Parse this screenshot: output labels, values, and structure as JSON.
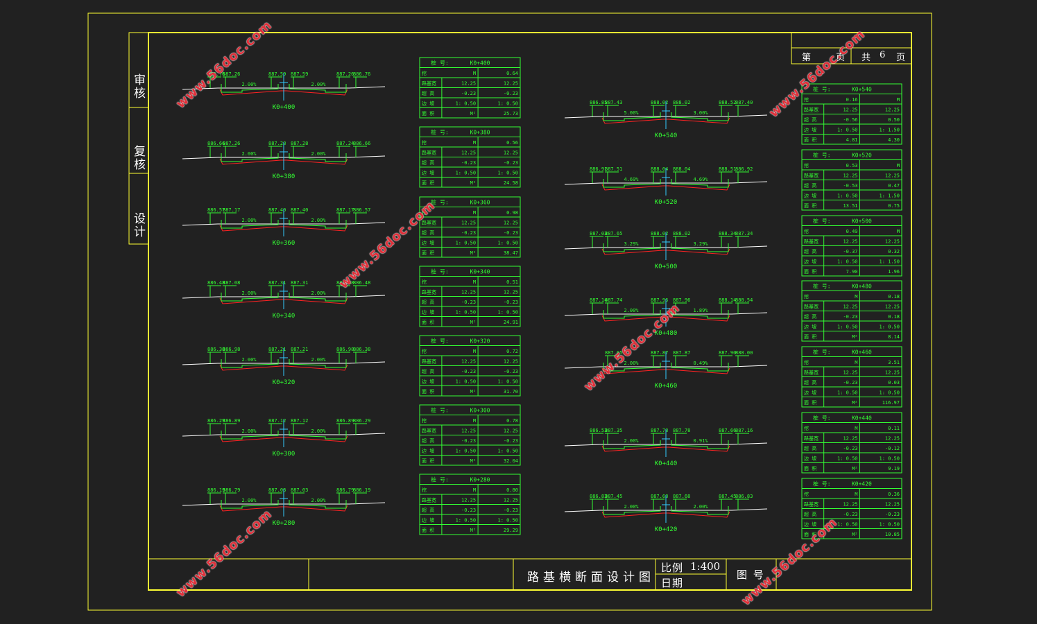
{
  "sheet": {
    "side_labels": [
      "审核",
      "复核",
      "设计"
    ],
    "title": "路基横断面设计图",
    "scale_label": "比例",
    "scale_value": "1:400",
    "date_label": "日期",
    "figure_no_label": "图 号",
    "page_prefix": "第",
    "page_unit": "页",
    "total_prefix": "共",
    "total_pages": "6",
    "total_unit": "页"
  },
  "watermarks": [
    "www.56doc.com",
    "www.56doc.com",
    "www.56doc.com",
    "www.56doc.com",
    "www.56doc.com",
    "www.56doc.com"
  ],
  "colors": {
    "frame": "#ffff33",
    "table": "#33ff33",
    "road": "#ffffff",
    "ground": "#ff2222",
    "axis": "#33ccff",
    "watermark": "#e0303a"
  },
  "table_row_labels": [
    "桩 号:",
    "挖",
    "路基宽",
    "超 高",
    "边 坡",
    "面 积"
  ],
  "left_sections": [
    {
      "station": "K0+400",
      "elev": [
        "886.76",
        "887.26",
        "887.59",
        "887.59",
        "887.26",
        "886.76"
      ],
      "slope": [
        "2.00%",
        "2.00%"
      ]
    },
    {
      "station": "K0+380",
      "elev": [
        "886.66",
        "887.26",
        "887.28",
        "887.28",
        "887.24",
        "886.66"
      ],
      "slope": [
        "2.00%",
        "2.00%"
      ]
    },
    {
      "station": "K0+360",
      "elev": [
        "886.57",
        "887.17",
        "887.40",
        "887.40",
        "887.17",
        "886.57"
      ],
      "slope": [
        "2.00%",
        "2.00%"
      ]
    },
    {
      "station": "K0+340",
      "elev": [
        "886.48",
        "887.08",
        "887.31",
        "887.31",
        "887.08",
        "886.48"
      ],
      "slope": [
        "2.00%",
        "2.00%"
      ]
    },
    {
      "station": "K0+320",
      "elev": [
        "886.38",
        "886.98",
        "887.21",
        "887.21",
        "886.98",
        "886.38"
      ],
      "slope": [
        "2.00%",
        "2.00%"
      ]
    },
    {
      "station": "K0+300",
      "elev": [
        "886.29",
        "886.89",
        "887.12",
        "887.12",
        "886.89",
        "886.29"
      ],
      "slope": [
        "2.00%",
        "2.00%"
      ]
    },
    {
      "station": "K0+280",
      "elev": [
        "886.19",
        "886.79",
        "887.03",
        "887.03",
        "886.79",
        "886.19"
      ],
      "slope": [
        "2.00%",
        "2.00%"
      ]
    }
  ],
  "right_sections": [
    {
      "station": "K0+540",
      "elev": [
        "886.85",
        "887.43",
        "888.02",
        "888.02",
        "888.52",
        "887.40"
      ],
      "slope": [
        "5.00%",
        "3.00%"
      ]
    },
    {
      "station": "K0+520",
      "elev": [
        "886.91",
        "887.51",
        "888.04",
        "888.04",
        "888.51",
        "886.92"
      ],
      "slope": [
        "4.69%",
        "4.69%"
      ]
    },
    {
      "station": "K0+500",
      "elev": [
        "887.03",
        "887.65",
        "888.02",
        "888.02",
        "888.34",
        "887.34"
      ],
      "slope": [
        "3.29%",
        "3.29%"
      ]
    },
    {
      "station": "K0+480",
      "elev": [
        "887.14",
        "887.74",
        "887.96",
        "887.96",
        "888.14",
        "888.54"
      ],
      "slope": [
        "2.00%",
        "1.89%"
      ]
    },
    {
      "station": "K0+460",
      "elev": [
        "",
        "887.65",
        "887.87",
        "887.87",
        "887.90",
        "888.00"
      ],
      "slope": [
        "2.00%",
        "0.49%"
      ]
    },
    {
      "station": "K0+440",
      "elev": [
        "886.53",
        "887.35",
        "887.78",
        "887.78",
        "887.66",
        "887.16"
      ],
      "slope": [
        "2.00%",
        "0.91%"
      ]
    },
    {
      "station": "K0+420",
      "elev": [
        "886.83",
        "887.45",
        "887.68",
        "887.68",
        "887.45",
        "886.83"
      ],
      "slope": [
        "2.00%",
        "2.00%"
      ]
    }
  ],
  "mid_tables": [
    {
      "station": "K0+400",
      "cut": [
        "M",
        "0.64"
      ],
      "width": [
        "12.25",
        "12.25"
      ],
      "super": [
        "-0.23",
        "-0.23"
      ],
      "slope": [
        "1: 0.50",
        "1: 0.50"
      ],
      "area": [
        "M²",
        "25.73"
      ]
    },
    {
      "station": "K0+380",
      "cut": [
        "M",
        "0.56"
      ],
      "width": [
        "12.25",
        "12.25"
      ],
      "super": [
        "-0.23",
        "-0.23"
      ],
      "slope": [
        "1: 0.50",
        "1: 0.50"
      ],
      "area": [
        "M²",
        "24.58"
      ]
    },
    {
      "station": "K0+360",
      "cut": [
        "M",
        "0.98"
      ],
      "width": [
        "12.25",
        "12.25"
      ],
      "super": [
        "-0.23",
        "-0.23"
      ],
      "slope": [
        "1: 0.50",
        "1: 0.50"
      ],
      "area": [
        "M²",
        "38.47"
      ]
    },
    {
      "station": "K0+340",
      "cut": [
        "M",
        "0.51"
      ],
      "width": [
        "12.25",
        "12.25"
      ],
      "super": [
        "-0.23",
        "-0.23"
      ],
      "slope": [
        "1: 0.50",
        "1: 0.50"
      ],
      "area": [
        "M²",
        "24.91"
      ]
    },
    {
      "station": "K0+320",
      "cut": [
        "M",
        "0.72"
      ],
      "width": [
        "12.25",
        "12.25"
      ],
      "super": [
        "-0.23",
        "-0.23"
      ],
      "slope": [
        "1: 0.50",
        "1: 0.50"
      ],
      "area": [
        "M²",
        "31.70"
      ]
    },
    {
      "station": "K0+300",
      "cut": [
        "M",
        "0.78"
      ],
      "width": [
        "12.25",
        "12.25"
      ],
      "super": [
        "-0.23",
        "-0.23"
      ],
      "slope": [
        "1: 0.50",
        "1: 0.50"
      ],
      "area": [
        "M²",
        "32.04"
      ]
    },
    {
      "station": "K0+280",
      "cut": [
        "M",
        "0.80"
      ],
      "width": [
        "12.25",
        "12.25"
      ],
      "super": [
        "-0.23",
        "-0.23"
      ],
      "slope": [
        "1: 0.50",
        "1: 0.50"
      ],
      "area": [
        "M²",
        "29.29"
      ]
    }
  ],
  "right_tables": [
    {
      "station": "K0+540",
      "cut": [
        "0.16",
        "M"
      ],
      "width": [
        "12.25",
        "12.25"
      ],
      "super": [
        "-0.56",
        "0.50"
      ],
      "slope": [
        "1: 0.50",
        "1: 1.50"
      ],
      "area": [
        "4.81",
        "4.30"
      ]
    },
    {
      "station": "K0+520",
      "cut": [
        "0.53",
        "M"
      ],
      "width": [
        "12.25",
        "12.25"
      ],
      "super": [
        "-0.53",
        "0.47"
      ],
      "slope": [
        "1: 0.50",
        "1: 1.50"
      ],
      "area": [
        "13.51",
        "0.75"
      ]
    },
    {
      "station": "K0+500",
      "cut": [
        "0.49",
        "M"
      ],
      "width": [
        "12.25",
        "12.25"
      ],
      "super": [
        "-0.37",
        "0.32"
      ],
      "slope": [
        "1: 0.50",
        "1: 1.50"
      ],
      "area": [
        "7.90",
        "1.96"
      ]
    },
    {
      "station": "K0+480",
      "cut": [
        "M",
        "0.18"
      ],
      "width": [
        "12.25",
        "12.25"
      ],
      "super": [
        "-0.23",
        "0.18"
      ],
      "slope": [
        "1: 0.50",
        "1: 0.50"
      ],
      "area": [
        "M²",
        "8.14"
      ]
    },
    {
      "station": "K0+460",
      "cut": [
        "M",
        "3.51"
      ],
      "width": [
        "12.25",
        "12.25"
      ],
      "super": [
        "-0.23",
        "0.03"
      ],
      "slope": [
        "1: 0.50",
        "1: 0.50"
      ],
      "area": [
        "M²",
        "116.97"
      ]
    },
    {
      "station": "K0+440",
      "cut": [
        "M",
        "0.11"
      ],
      "width": [
        "12.25",
        "12.25"
      ],
      "super": [
        "-0.23",
        "-0.12"
      ],
      "slope": [
        "1: 0.50",
        "1: 0.50"
      ],
      "area": [
        "M²",
        "9.19"
      ]
    },
    {
      "station": "K0+420",
      "cut": [
        "M",
        "0.36"
      ],
      "width": [
        "12.25",
        "12.25"
      ],
      "super": [
        "-0.23",
        "-0.23"
      ],
      "slope": [
        "1: 0.50",
        "1: 0.50"
      ],
      "area": [
        "M²",
        "10.85"
      ]
    }
  ]
}
